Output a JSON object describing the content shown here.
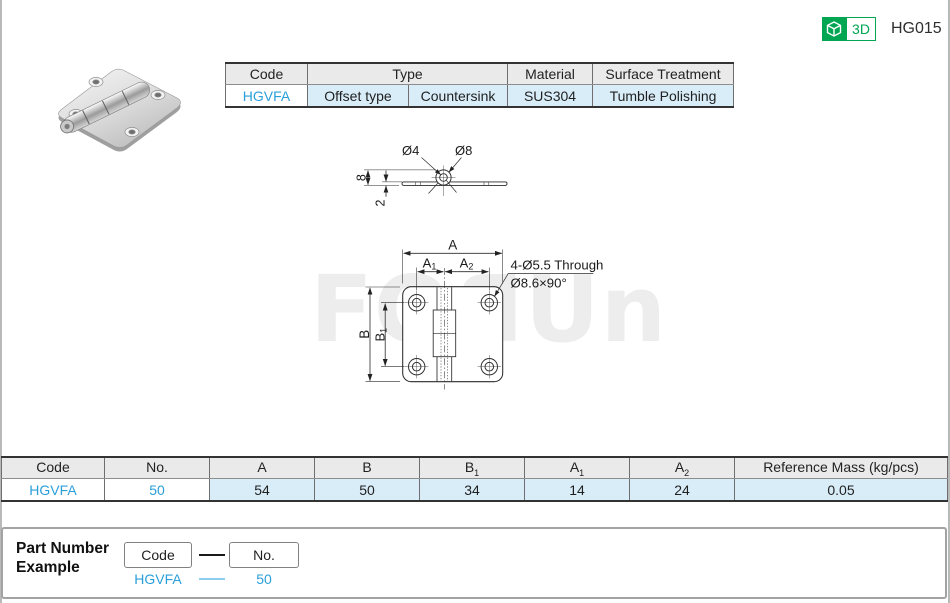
{
  "page": {
    "product_code": "HG015",
    "badge_3d": "3D"
  },
  "colors": {
    "accent_blue": "#2B9FD9",
    "badge_green": "#00A651",
    "row_highlight": "#D9EDF9",
    "header_gray": "#EAEAEA"
  },
  "spec_table": {
    "headers": [
      "Code",
      "Type",
      "Material",
      "Surface Treatment"
    ],
    "row": {
      "code": "HGVFA",
      "type1": "Offset type",
      "type2": "Countersink",
      "material": "SUS304",
      "surface": "Tumble Polishing"
    }
  },
  "drawing": {
    "watermark": "FOЯUn",
    "side_view": {
      "dia_inner": "Ø4",
      "dia_outer": "Ø8",
      "knuckle_height": "8",
      "plate_thickness": "2"
    },
    "front_view": {
      "dim_a": "A",
      "dim_a1": {
        "base": "A",
        "sub": "1"
      },
      "dim_a2": {
        "base": "A",
        "sub": "2"
      },
      "dim_b": "B",
      "dim_b1": {
        "base": "B",
        "sub": "1"
      },
      "note_line1": "4-Ø5.5 Through",
      "note_line2": "Ø8.6×90°"
    }
  },
  "dim_table": {
    "headers": [
      {
        "base": "Code",
        "sub": ""
      },
      {
        "base": "No.",
        "sub": ""
      },
      {
        "base": "A",
        "sub": ""
      },
      {
        "base": "B",
        "sub": ""
      },
      {
        "base": "B",
        "sub": "1"
      },
      {
        "base": "A",
        "sub": "1"
      },
      {
        "base": "A",
        "sub": "2"
      },
      {
        "base": "Reference Mass (kg/pcs)",
        "sub": ""
      }
    ],
    "row": [
      "HGVFA",
      "50",
      "54",
      "50",
      "34",
      "14",
      "24",
      "0.05"
    ]
  },
  "part_number_example": {
    "title_line1": "Part Number",
    "title_line2": "Example",
    "code_box_label": "Code",
    "no_box_label": "No.",
    "example_code": "HGVFA",
    "example_no": "50"
  }
}
